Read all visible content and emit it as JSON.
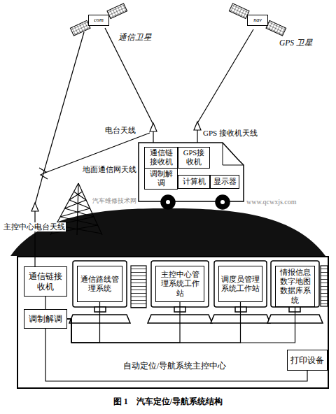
{
  "diagram": {
    "caption": "图 1　汽车定位/导航系统结构",
    "nodes": [
      {
        "text": [
          "com",
          "通信卫星"
        ]
      },
      {
        "text": [
          "nav",
          "GPS 卫星"
        ]
      },
      {
        "text": [
          "通信链接收机"
        ]
      },
      {
        "text": [
          "GPS接收机"
        ]
      },
      {
        "text": [
          "调制解调"
        ]
      },
      {
        "text": [
          "计算机"
        ]
      },
      {
        "text": [
          "显示器"
        ]
      },
      {
        "text": [
          "自动定位/导航系统主控中心"
        ]
      },
      {
        "text": [
          "通信链接收机"
        ],
        "in": 7
      },
      {
        "text": [
          "调制解调"
        ],
        "in": 7
      },
      {
        "text": [
          "通信路线管理系统"
        ],
        "in": 7
      },
      {
        "text": [
          "主控中心管理系统工作站"
        ],
        "in": 7
      },
      {
        "text": [
          "调度员管理系统工作站"
        ],
        "in": 7
      },
      {
        "text": [
          "情报信息数字地图数据库系统"
        ],
        "in": 7
      },
      {
        "text": [
          "打印设备"
        ],
        "in": 7
      }
    ],
    "edges": [
      {
        "from": 8,
        "to": 9,
        "arrow": "none"
      },
      {
        "from": 9,
        "to": 10,
        "arrow": "none"
      },
      {
        "from": 9,
        "to": 11,
        "arrow": "none"
      },
      {
        "from": 9,
        "to": 12,
        "arrow": "none"
      },
      {
        "from": 9,
        "to": 13,
        "arrow": "none"
      },
      {
        "from": 9,
        "to": 14,
        "arrow": "none"
      }
    ],
    "labels": [
      "电台天线",
      "GPS 接收机天线",
      "地面通信网天线",
      "主控中心电台天线",
      "汽车维修技术网",
      "www.qcwxjs.com"
    ]
  }
}
